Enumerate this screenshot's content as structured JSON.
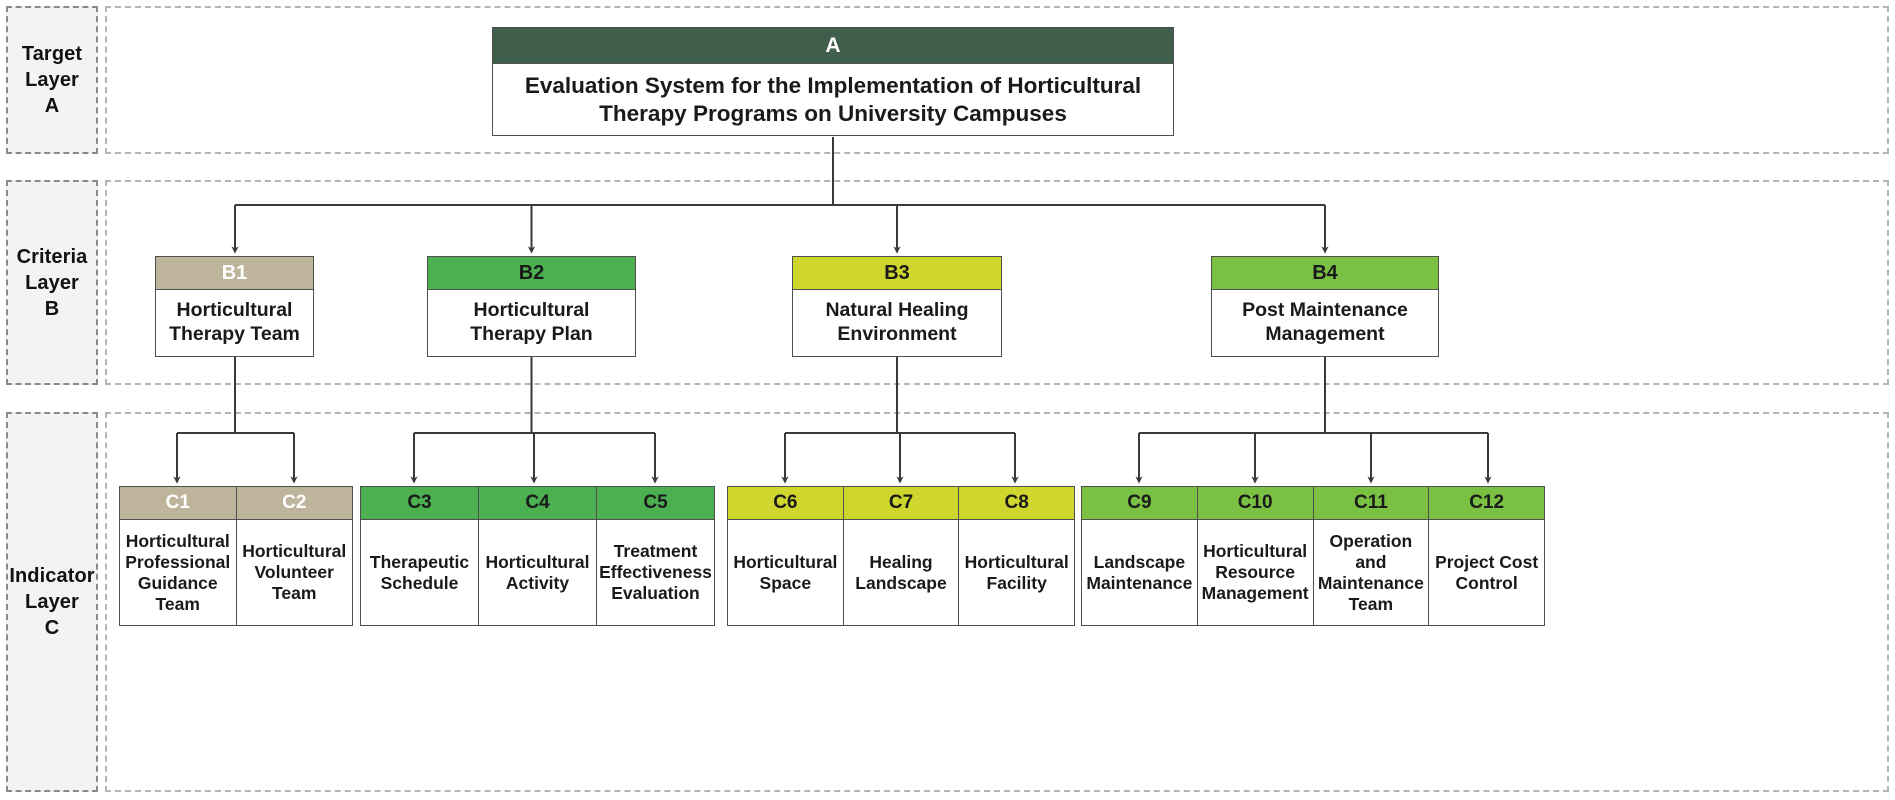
{
  "diagram": {
    "type": "hierarchy-tree",
    "title_node": "A",
    "layers": [
      {
        "id": "A",
        "label": "Target\nLayer\nA",
        "line1": "Target",
        "line2": "Layer",
        "line3": "A"
      },
      {
        "id": "B",
        "label": "Criteria\nLayer\nB",
        "line1": "Criteria",
        "line2": "Layer",
        "line3": "B"
      },
      {
        "id": "C",
        "label": "Indicator\nLayer\nC",
        "line1": "Indicator",
        "line2": "Layer",
        "line3": "C"
      }
    ],
    "target": {
      "code": "A",
      "name": "Evaluation System for the Implementation of Horticultural Therapy Programs on University Campuses",
      "header_color": "#3f5e4b",
      "header_text_color": "#ffffff"
    },
    "criteria": [
      {
        "code": "B1",
        "name": "Horticultural Therapy Team",
        "color": "#bdb49b",
        "text_color": "#ffffff"
      },
      {
        "code": "B2",
        "name": "Horticultural Therapy Plan",
        "color": "#4caf50",
        "text_color": "#1a1a1a"
      },
      {
        "code": "B3",
        "name": "Natural Healing Environment",
        "color": "#cfd62e",
        "text_color": "#1a1a1a"
      },
      {
        "code": "B4",
        "name": "Post Maintenance Management",
        "color": "#7ac143",
        "text_color": "#1a1a1a"
      }
    ],
    "indicator_groups": [
      {
        "parent": "B1",
        "color": "#bdb49b",
        "text_color": "#ffffff",
        "items": [
          {
            "code": "C1",
            "name": "Horticultural Professional Guidance Team"
          },
          {
            "code": "C2",
            "name": "Horticultural Volunteer Team"
          }
        ]
      },
      {
        "parent": "B2",
        "color": "#4caf50",
        "text_color": "#1a1a1a",
        "items": [
          {
            "code": "C3",
            "name": "Therapeutic Schedule"
          },
          {
            "code": "C4",
            "name": "Horticultural Activity"
          },
          {
            "code": "C5",
            "name": "Treatment Effectiveness Evaluation"
          }
        ]
      },
      {
        "parent": "B3",
        "color": "#cfd62e",
        "text_color": "#1a1a1a",
        "items": [
          {
            "code": "C6",
            "name": "Horticultural Space"
          },
          {
            "code": "C7",
            "name": "Healing Landscape"
          },
          {
            "code": "C8",
            "name": "Horticultural Facility"
          }
        ]
      },
      {
        "parent": "B4",
        "color": "#7ac143",
        "text_color": "#1a1a1a",
        "items": [
          {
            "code": "C9",
            "name": "Landscape Maintenance"
          },
          {
            "code": "C10",
            "name": "Horticultural Resource Management"
          },
          {
            "code": "C11",
            "name": "Operation and Maintenance Team"
          },
          {
            "code": "C12",
            "name": "Project Cost Control"
          }
        ]
      }
    ],
    "palette": {
      "connector": "#3a3a3a",
      "node_border": "#4f4f4f",
      "layer_dash": "#8a8a8a",
      "panel_dash": "#b4b6b6",
      "layer_fill": "#f2f3f3",
      "page_background": "#ffffff"
    }
  }
}
